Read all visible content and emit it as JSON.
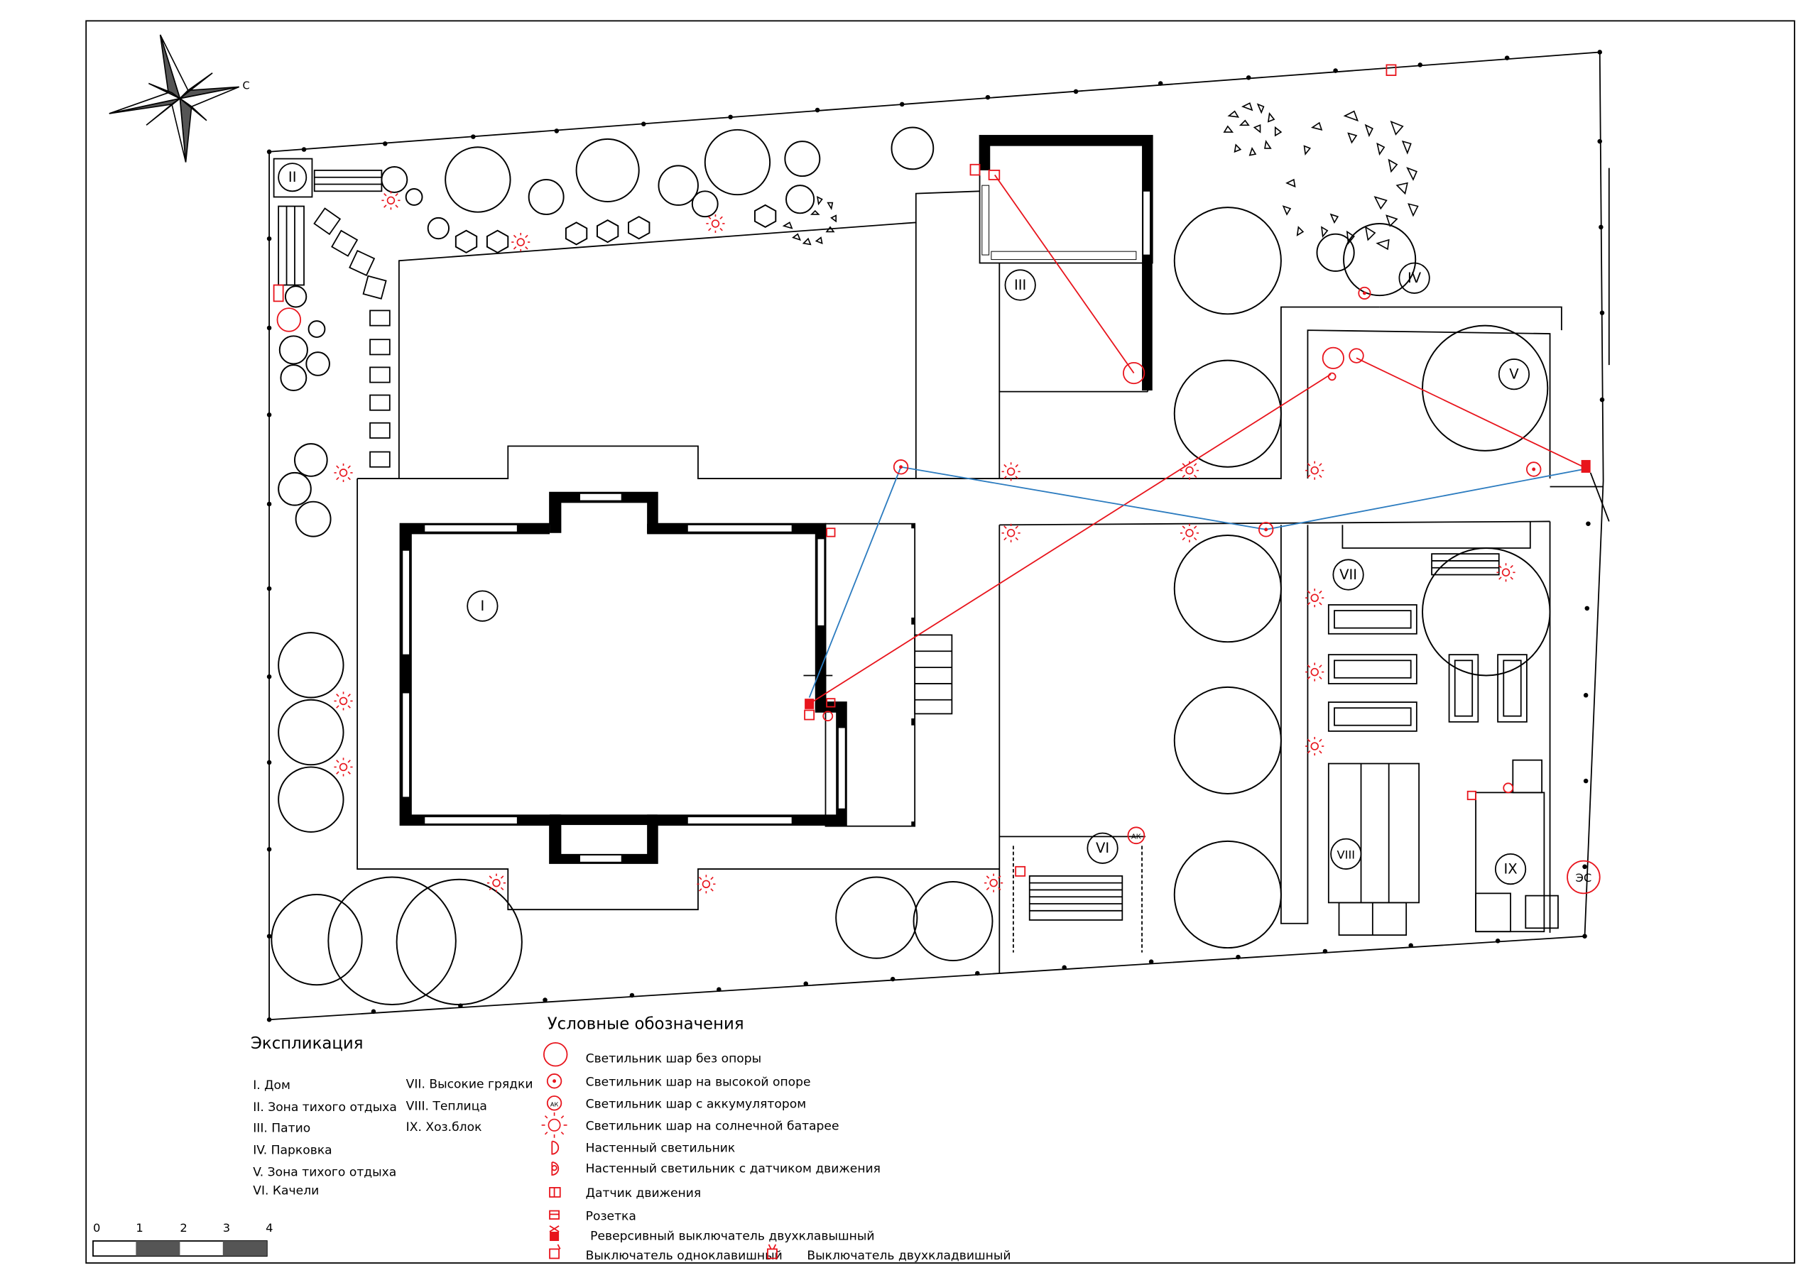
{
  "compass": {
    "north_letter": "С"
  },
  "zones": {
    "z1": "I",
    "z2": "II",
    "z3": "III",
    "z4": "IV",
    "z5": "V",
    "z6": "VI",
    "z7": "VII",
    "z8": "VIII",
    "z9": "IX"
  },
  "badges": {
    "ak": "АК",
    "es": "ЭС"
  },
  "explication": {
    "title": "Экспликация",
    "items": [
      "I. Дом",
      "II. Зона тихого отдыха",
      "III. Патио",
      "IV. Парковка",
      "V. Зона тихого отдыха",
      "VI. Качели",
      "VII. Высокие грядки",
      "VIII. Теплица",
      "IX. Хоз.блок"
    ]
  },
  "legend": {
    "title": "Условные обозначения",
    "items": [
      "Светильник шар без опоры",
      "Светильник шар на высокой опоре",
      "Светильник шар с аккумулятором",
      "Светильник шар на солнечной батарее",
      "Настенный светильник",
      "Настенный светильник с датчиком движения",
      "Датчик движения",
      "Розетка",
      "Реверсивный выключатель двухклавышный",
      "Выключатель одноклавишный",
      "Выключатель двухкладвишный"
    ],
    "ak_mark": "АК"
  },
  "scale_bar": {
    "ticks": [
      "0",
      "1",
      "2",
      "3",
      "4"
    ]
  },
  "colors": {
    "power_line": "#e8141c",
    "control_line": "#2b7bbf"
  }
}
